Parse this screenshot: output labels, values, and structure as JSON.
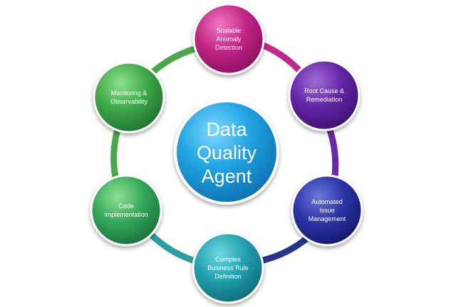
{
  "center": {
    "lines": [
      "Data",
      "Quality",
      "Agent"
    ]
  },
  "nodes": [
    {
      "lines": [
        "Scalable",
        "Anomaly",
        "Detection"
      ],
      "color": "#b5197a"
    },
    {
      "lines": [
        "Root Cause &",
        "Remediation"
      ],
      "color": "#5c1f9b"
    },
    {
      "lines": [
        "Automated",
        "Issue",
        "Management"
      ],
      "color": "#24299a"
    },
    {
      "lines": [
        "Complex",
        "Business Rule",
        "Definition"
      ],
      "color": "#1b93a4"
    },
    {
      "lines": [
        "Code",
        "Implementation"
      ],
      "color": "#33a355"
    },
    {
      "lines": [
        "Monitoring &",
        "Observability"
      ],
      "color": "#3c9f3a"
    }
  ],
  "colors": {
    "center": "#1e9ad6",
    "ring_green": "#4aa84a",
    "ring_magenta": "#c2288a",
    "ring_purple": "#6a2ca6",
    "ring_navy": "#27328f",
    "ring_teal": "#2aa0a0"
  }
}
